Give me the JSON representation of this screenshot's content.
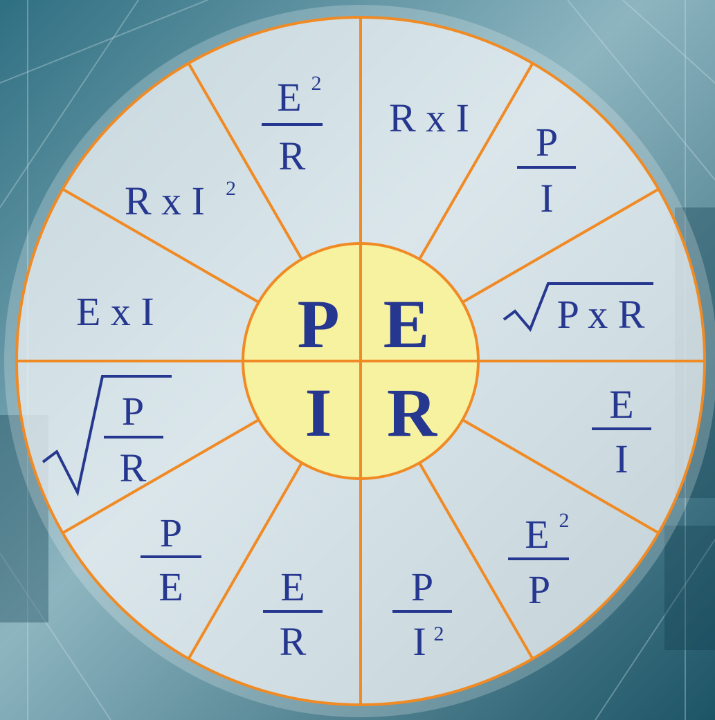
{
  "colors": {
    "ink": "#26378f",
    "spoke": "#f08a24",
    "hub_fill": "#f7f2a0",
    "wheel_fill": "#eef3f5",
    "background": "#5a8d9c"
  },
  "center": {
    "top_left": "P",
    "top_right": "E",
    "bottom_left": "I",
    "bottom_right": "R"
  },
  "formulas": {
    "e2_over_r": {
      "num": "E",
      "sup": "2",
      "den": "R"
    },
    "r_times_i2": {
      "base": "R x I",
      "sup": "2"
    },
    "e_times_i": "E x I",
    "sqrt_p_over_r": {
      "num": "P",
      "den": "R"
    },
    "p_over_e": {
      "num": "P",
      "den": "E"
    },
    "e_over_r": {
      "num": "E",
      "den": "R"
    },
    "r_times_i": "R x I",
    "p_over_i": {
      "num": "P",
      "den": "I"
    },
    "sqrt_p_times_r": "P x R",
    "e_over_i": {
      "num": "E",
      "den": "I"
    },
    "e2_over_p": {
      "num": "E",
      "sup": "2",
      "den": "P"
    },
    "p_over_i2": {
      "num": "P",
      "den": "I",
      "den_sup": "2"
    }
  }
}
